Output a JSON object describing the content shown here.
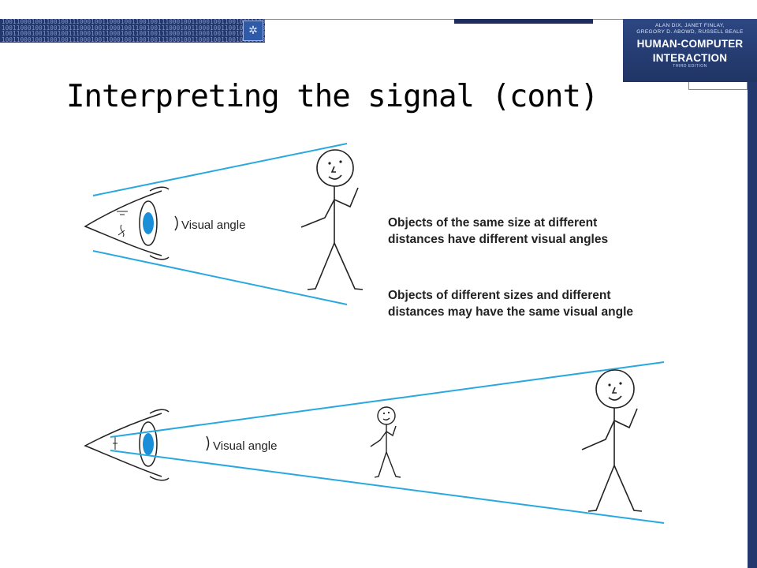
{
  "header": {
    "banner_text": "10011000100110010011100010011000100110010011100010011000100110010011100010011000",
    "banner_badge": "✲"
  },
  "book_cover": {
    "authors_line1": "ALAN DIX, JANET FINLAY,",
    "authors_line2": "GREGORY D. ABOWD, RUSSELL BEALE",
    "title_line1": "HUMAN-COMPUTER",
    "title_line2": "INTERACTION",
    "edition": "THIRD EDITION"
  },
  "slide": {
    "title": "Interpreting the signal (cont)"
  },
  "figure": {
    "top_visual_angle_label": "Visual angle",
    "bottom_visual_angle_label": "Visual angle",
    "note1_line1": "Objects of the same size at different",
    "note1_line2": "distances have different visual angles",
    "note2_line1": "Objects of different sizes and different",
    "note2_line2": "distances may have the same visual angle"
  },
  "colors": {
    "sight_line": "#29a8df",
    "pupil": "#1a8fd8",
    "banner_bg": "#23386d",
    "cover_bg": "#2d4783"
  }
}
